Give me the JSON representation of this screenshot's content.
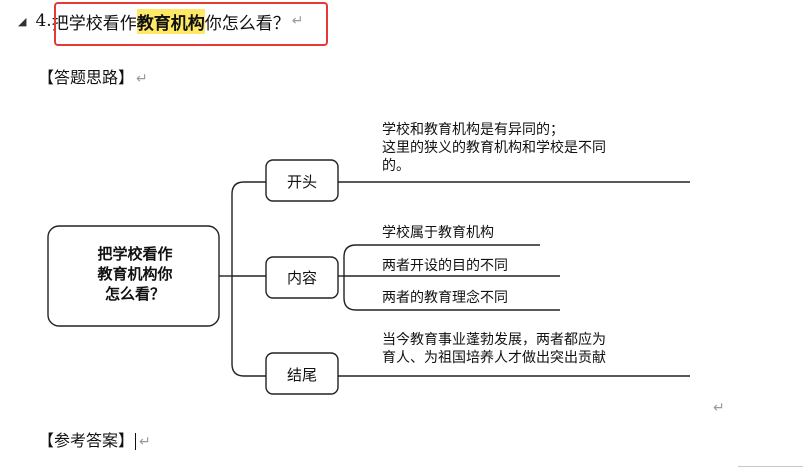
{
  "heading": {
    "number": "4.",
    "prefix": "把学校看作",
    "highlight": "教育机构",
    "suffix": "你怎么看？",
    "paragraph_mark": "↵"
  },
  "section_approach": "【答题思路】",
  "mindmap": {
    "root_lines": [
      "把学校看作",
      "教育机构你",
      "怎么看？"
    ],
    "branches": [
      {
        "label": "开头",
        "leaves": [
          {
            "lines": [
              "学校和教育机构是有异同的；",
              "这里的狭义的教育机构和学校是不同",
              "的。"
            ]
          }
        ]
      },
      {
        "label": "内容",
        "leaves": [
          {
            "lines": [
              "学校属于教育机构"
            ]
          },
          {
            "lines": [
              "两者开设的目的不同"
            ]
          },
          {
            "lines": [
              "两者的教育理念不同"
            ]
          }
        ]
      },
      {
        "label": "结尾",
        "leaves": [
          {
            "lines": [
              "当今教育事业蓬勃发展，两者都应为",
              "育人、为祖国培养人才做出突出贡献"
            ]
          }
        ]
      }
    ],
    "colors": {
      "stroke": "#222222",
      "box_fill": "#ffffff"
    }
  },
  "stray_mark": "↵",
  "section_answer": "【参考答案】",
  "answer_mark": "↵"
}
